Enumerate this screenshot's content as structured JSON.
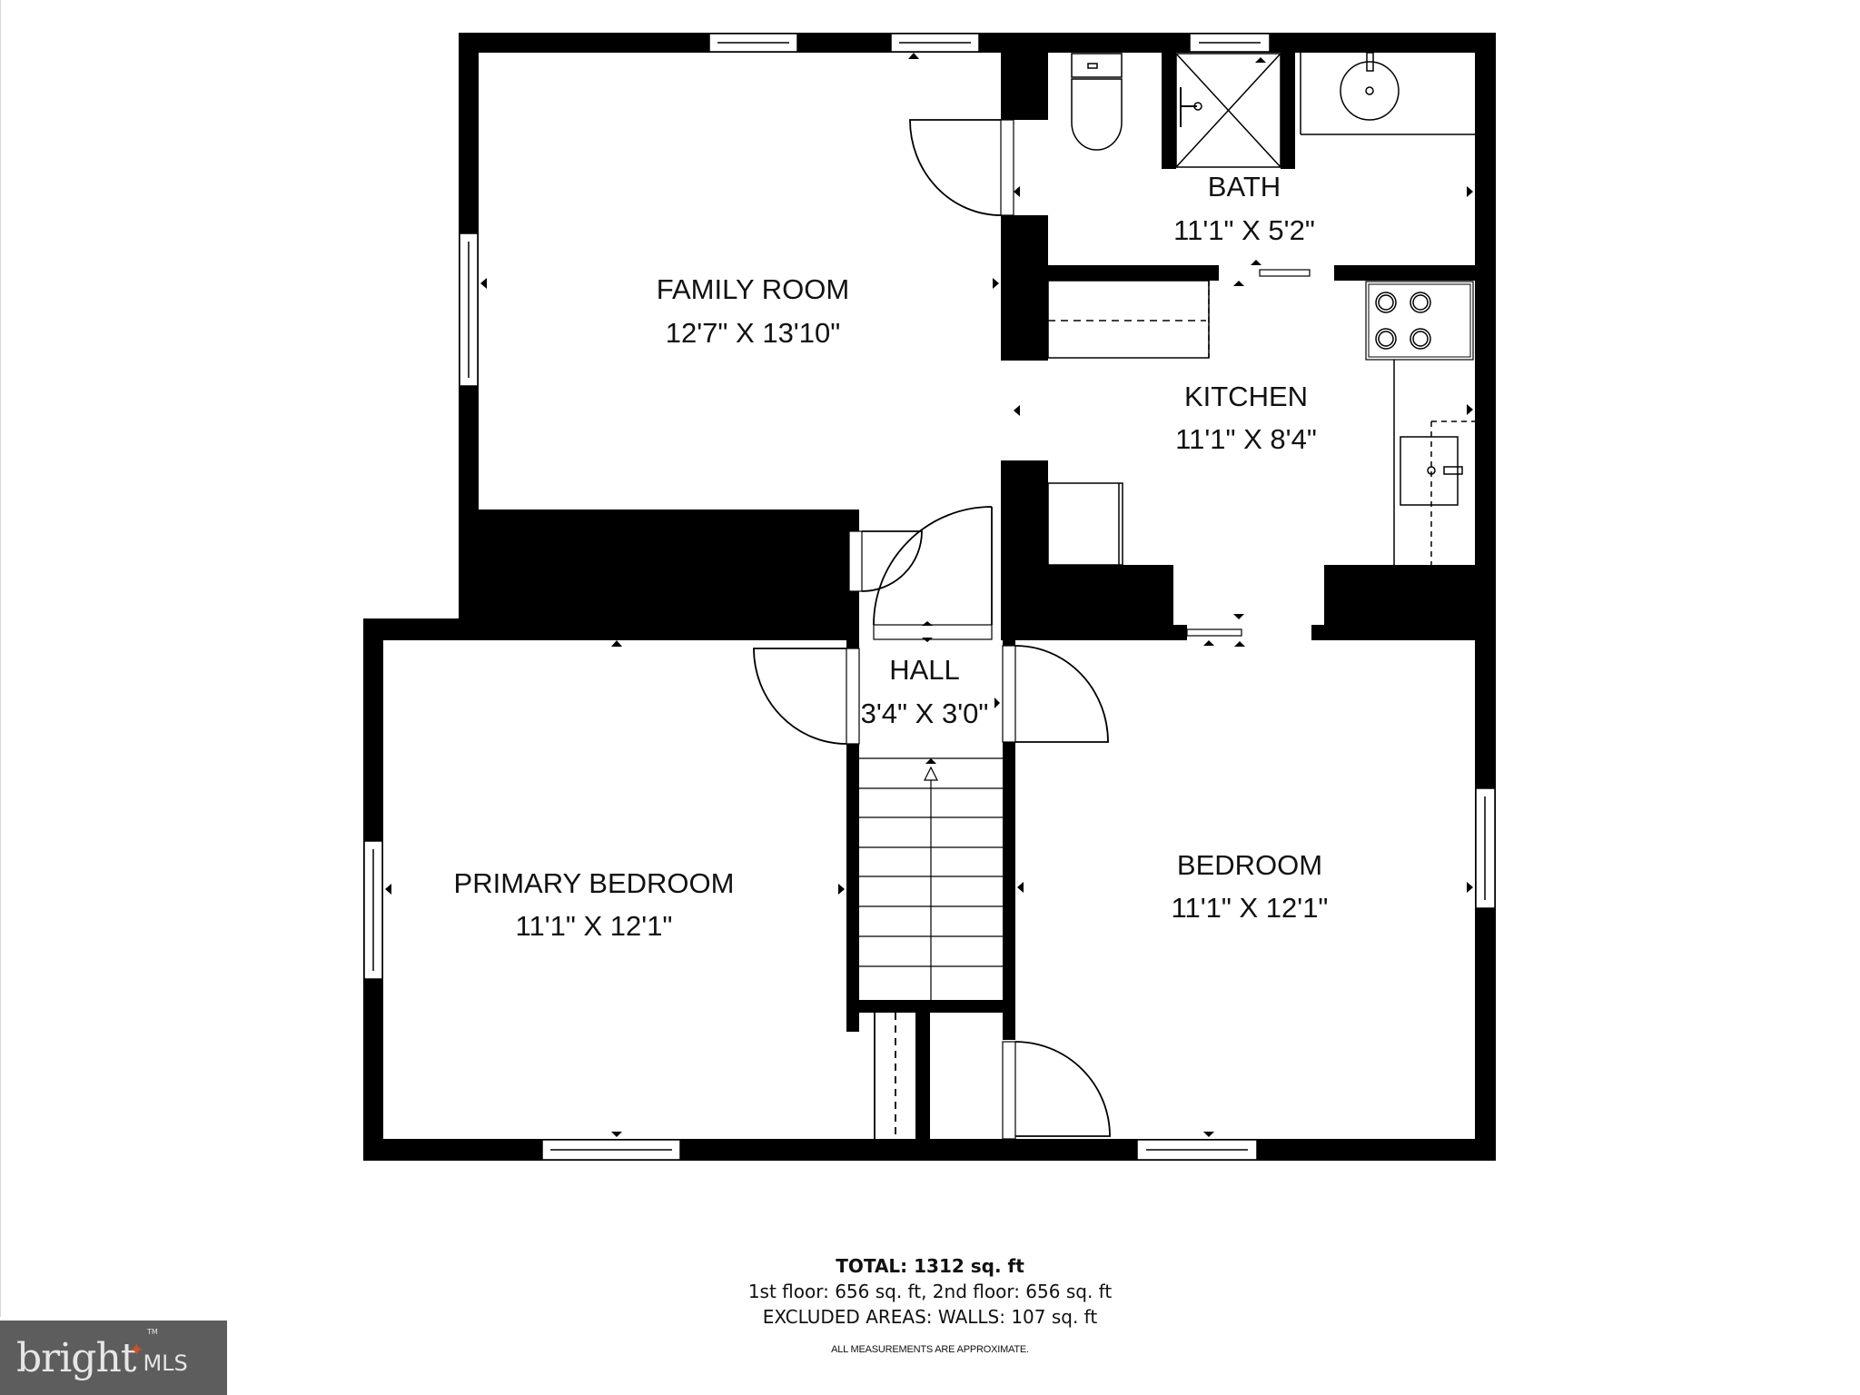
{
  "floorplan": {
    "rooms": [
      {
        "id": "family-room",
        "name": "FAMILY ROOM",
        "dimensions": "12'7\" X 13'10\""
      },
      {
        "id": "bath",
        "name": "BATH",
        "dimensions": "11'1\" X 5'2\""
      },
      {
        "id": "kitchen",
        "name": "KITCHEN",
        "dimensions": "11'1\" X 8'4\""
      },
      {
        "id": "hall",
        "name": "HALL",
        "dimensions": "3'4\" X 3'0\""
      },
      {
        "id": "primary-bedroom",
        "name": "PRIMARY BEDROOM",
        "dimensions": "11'1\" X 12'1\""
      },
      {
        "id": "bedroom",
        "name": "BEDROOM",
        "dimensions": "11'1\" X 12'1\""
      }
    ],
    "fixtures": [
      "toilet-icon",
      "shower-icon",
      "sink-icon",
      "stove-icon",
      "kitchen-sink-icon",
      "stairs-icon"
    ]
  },
  "summary": {
    "total": "TOTAL: 1312 sq. ft",
    "floors": "1st floor: 656 sq. ft, 2nd floor: 656 sq. ft",
    "excluded": "EXCLUDED AREAS: WALLS: 107 sq. ft",
    "note": "ALL MEASUREMENTS ARE APPROXIMATE."
  },
  "logo": {
    "brand": "bright",
    "trademark": "TM",
    "suffix": "MLS",
    "colors": {
      "background": "#5d5d5d",
      "text": "#e6e6e6",
      "star": "#d2502a"
    }
  }
}
